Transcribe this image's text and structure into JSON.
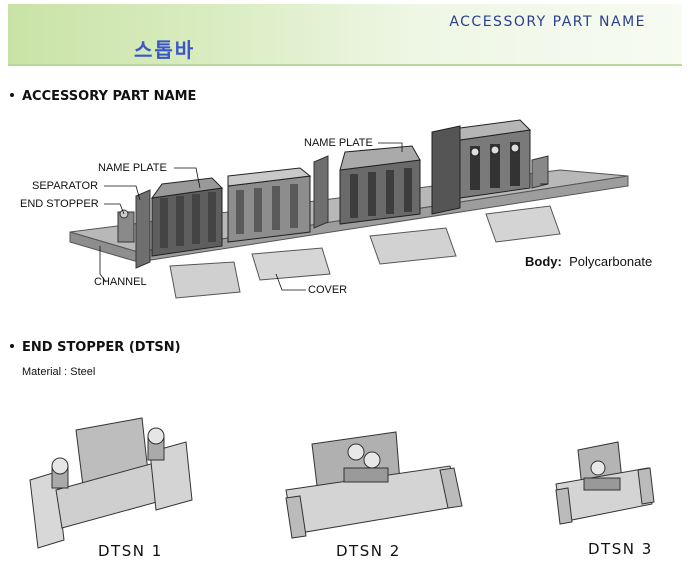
{
  "banner": {
    "title": "ACCESSORY PART NAME",
    "korean": "스톱바"
  },
  "section1": {
    "heading": "ACCESSORY PART NAME"
  },
  "callouts": {
    "name_plate_left": "NAME PLATE",
    "separator": "SEPARATOR",
    "end_stopper": "END STOPPER",
    "channel": "CHANNEL",
    "cover": "COVER",
    "name_plate_right": "NAME PLATE"
  },
  "body": {
    "label": "Body:",
    "value": "Polycarbonate"
  },
  "section2": {
    "heading": "END STOPPER (DTSN)",
    "material": "Material : Steel"
  },
  "products": [
    {
      "caption": "DTSN 1"
    },
    {
      "caption": "DTSN 2"
    },
    {
      "caption": "DTSN 3"
    }
  ]
}
